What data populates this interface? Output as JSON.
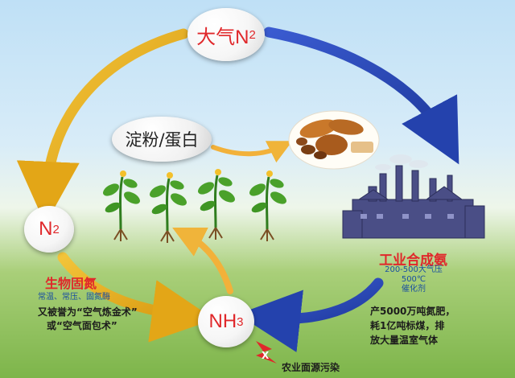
{
  "nodes": {
    "atmospheric_n2": {
      "base": "大气N",
      "sub": "2"
    },
    "n2": {
      "base": "N",
      "sub": "2"
    },
    "nh3": {
      "base": "NH",
      "sub": "3"
    },
    "starch_protein": "淀粉/蛋白"
  },
  "biological_fixation": {
    "title": "生物固氮",
    "conditions": "常温、常压、固氮酶",
    "praise_line1": "又被誉为“空气炼金术”",
    "praise_line2": "或“空气面包术”"
  },
  "industrial_synthesis": {
    "title": "工业合成氨",
    "conditions": [
      "200-500大气压",
      "500℃",
      "催化剂"
    ],
    "output": [
      "产5000万吨氮肥，",
      "耗1亿吨标煤，排",
      "放大量温室气体"
    ]
  },
  "pollution": "农业面源污染",
  "colors": {
    "red_text": "#e0282b",
    "blue_text": "#1a4fa0",
    "gold_arrow": "#e8b321",
    "blue_arrow": "#2a4bb8",
    "factory": "#4a4e86"
  },
  "icons": [
    "lightning-bolt-icon",
    "x-mark-icon",
    "plant-icon",
    "bread-icon",
    "factory-icon"
  ]
}
